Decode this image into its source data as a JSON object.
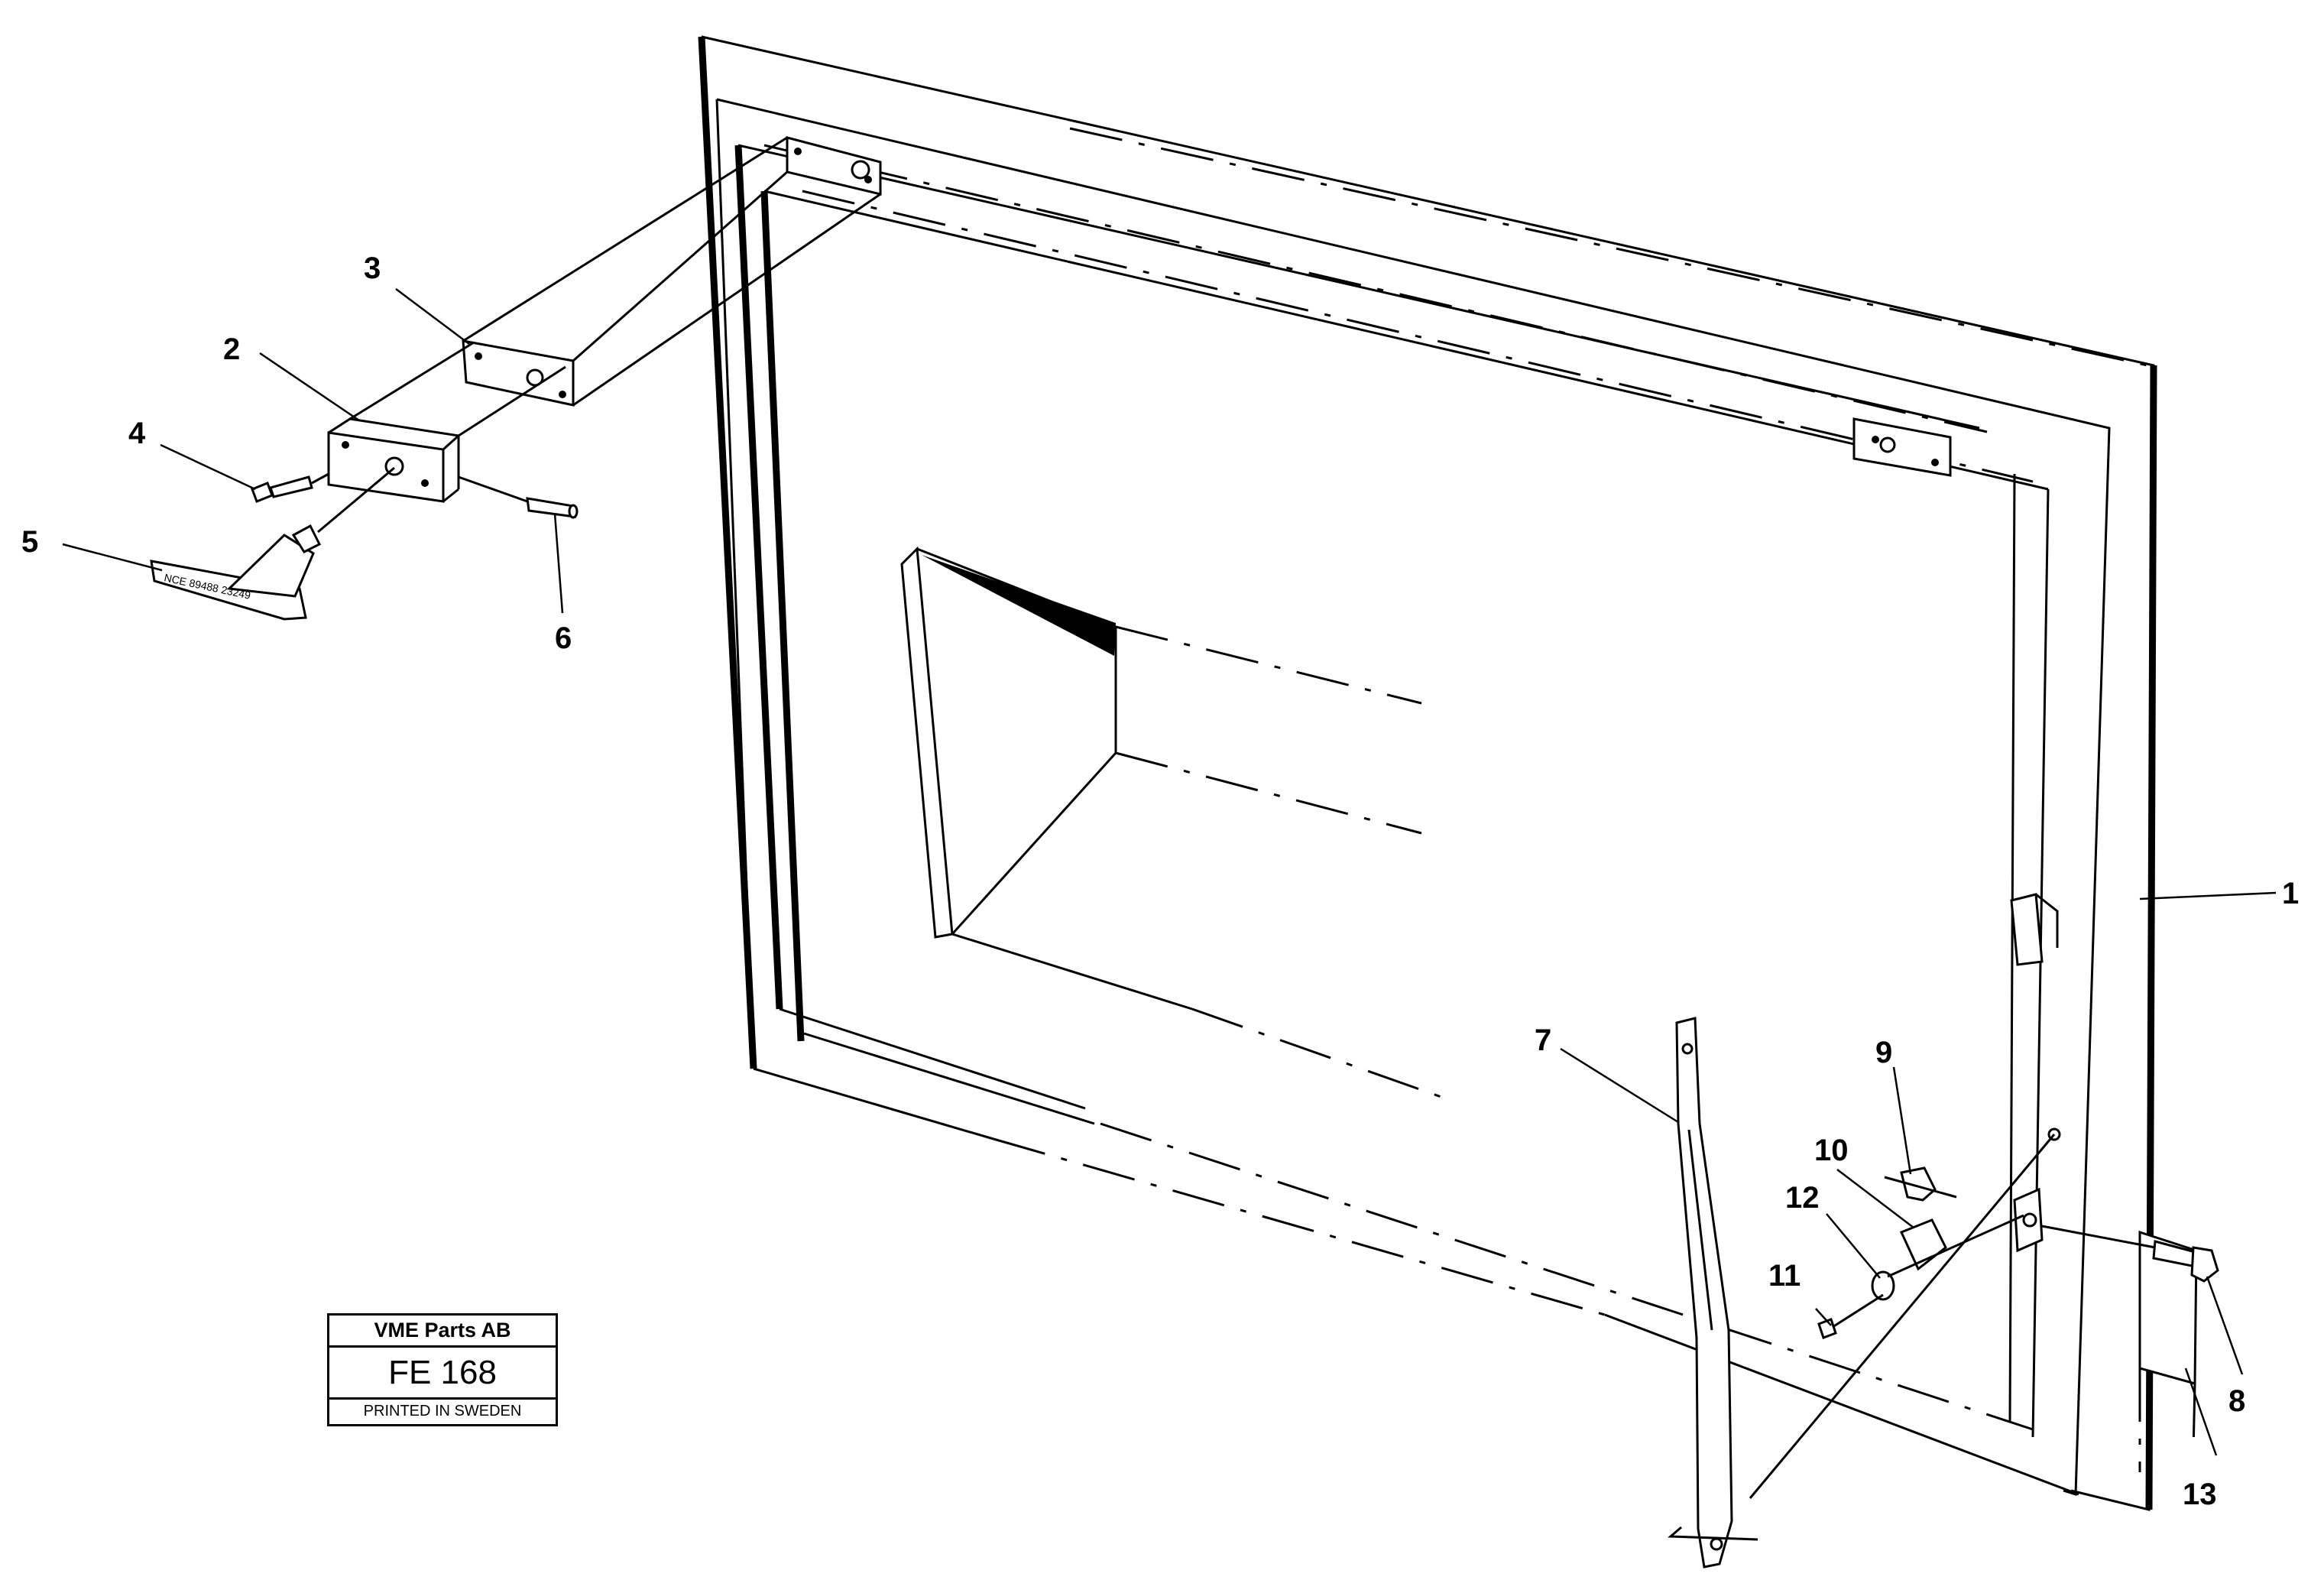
{
  "callouts": [
    {
      "id": "1",
      "label": "1"
    },
    {
      "id": "2",
      "label": "2"
    },
    {
      "id": "3",
      "label": "3"
    },
    {
      "id": "4",
      "label": "4"
    },
    {
      "id": "5",
      "label": "5"
    },
    {
      "id": "6",
      "label": "6"
    },
    {
      "id": "7",
      "label": "7"
    },
    {
      "id": "8",
      "label": "8"
    },
    {
      "id": "9",
      "label": "9"
    },
    {
      "id": "10",
      "label": "10"
    },
    {
      "id": "11",
      "label": "11"
    },
    {
      "id": "12",
      "label": "12"
    },
    {
      "id": "13",
      "label": "13"
    }
  ],
  "title_block": {
    "company": "VME Parts AB",
    "code": "FE 168",
    "printed": "PRINTED IN SWEDEN"
  },
  "handle_engraving": "NCE 89488 23249"
}
